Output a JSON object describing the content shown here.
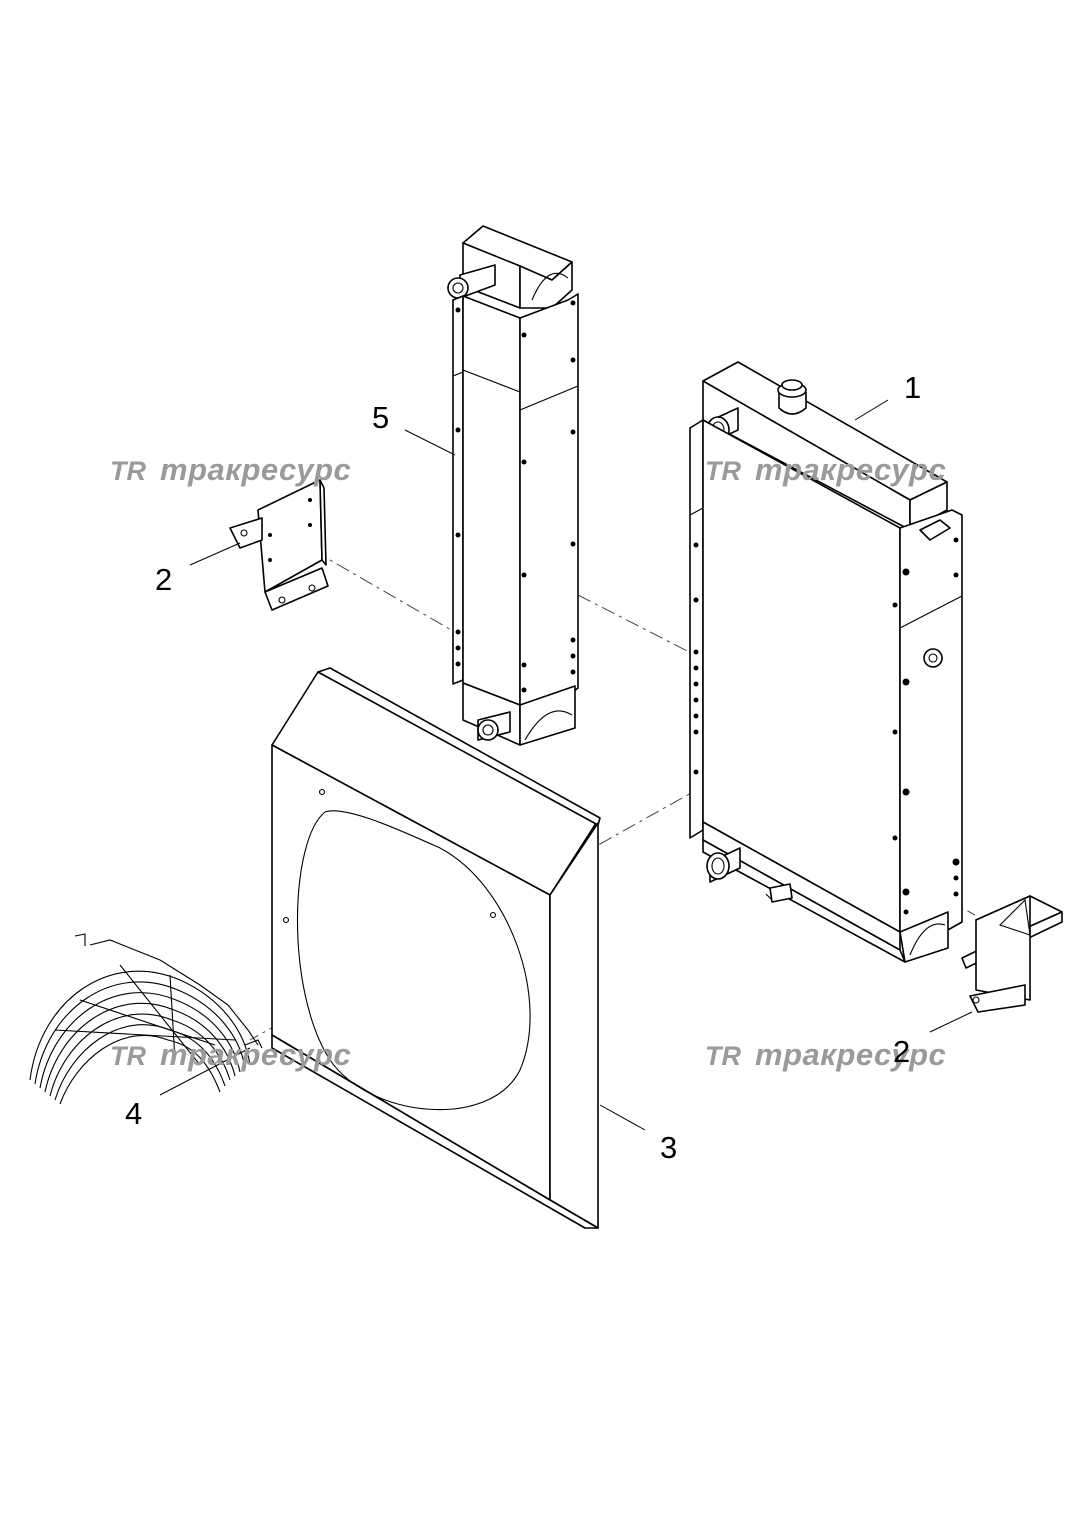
{
  "callouts": [
    "1",
    "2",
    "2",
    "3",
    "4",
    "5"
  ],
  "watermark": {
    "logo_text": "TR",
    "brand_text": "тракресурс"
  },
  "colors": {
    "line": "#000000",
    "watermark": "#9a9a9a",
    "background": "#ffffff"
  }
}
